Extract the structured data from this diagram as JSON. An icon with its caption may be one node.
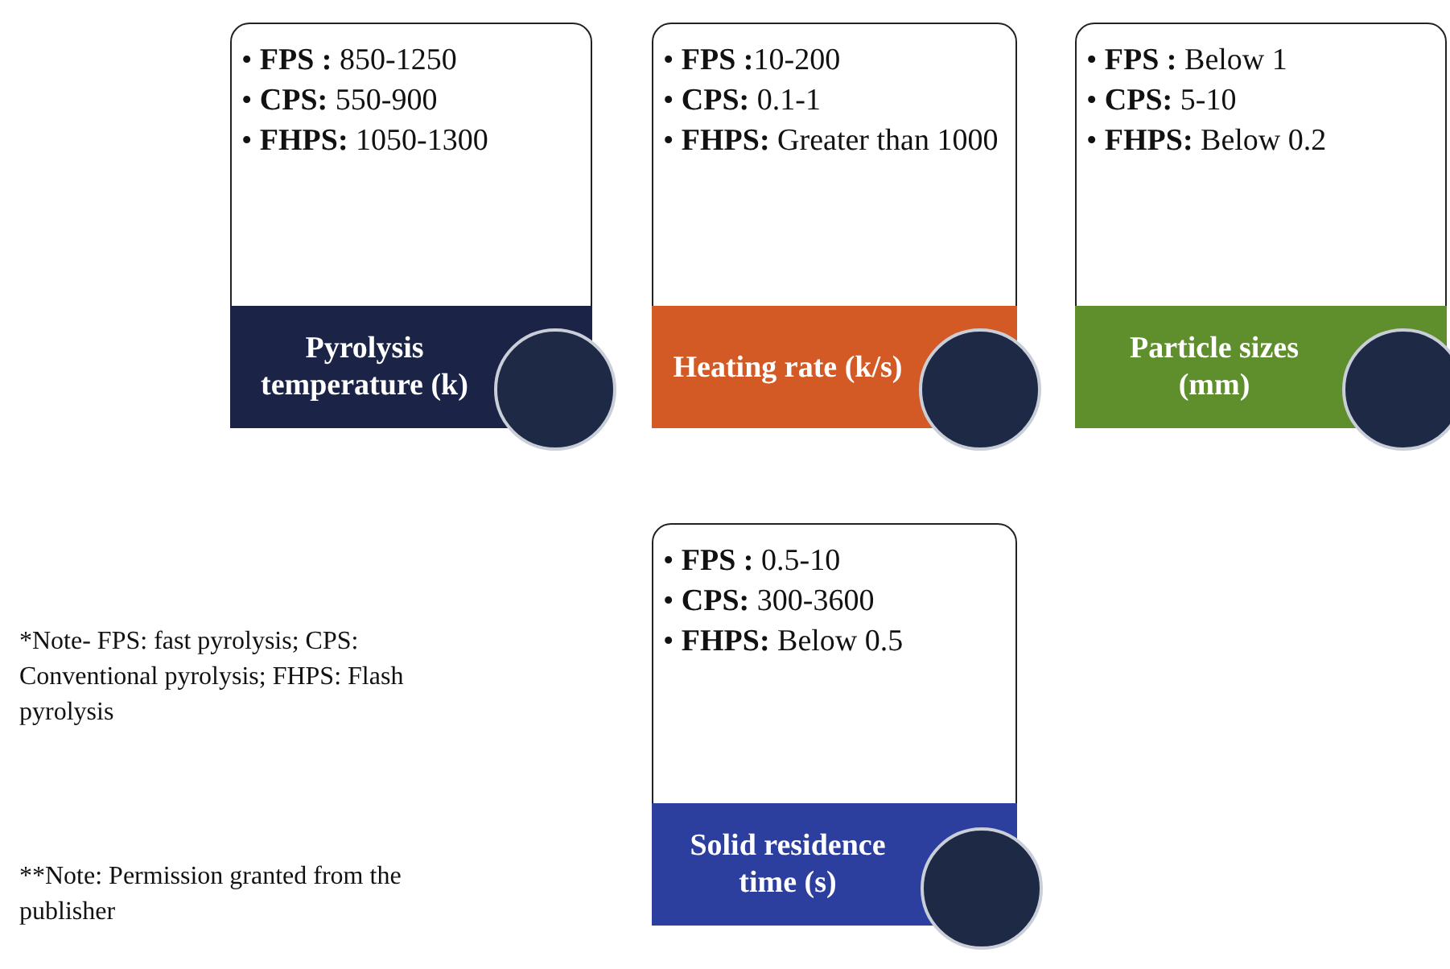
{
  "diagram": {
    "nodes": [
      {
        "text": [
          "• **FPS :** 850-1250",
          "• **CPS:** 550-900",
          "• **FHPS:** 1050-1300",
          "Pyrolysis temperature (k)"
        ]
      },
      {
        "text": [],
        "shape": "circle"
      },
      {
        "text": [
          "• **FPS :**10-200",
          "• **CPS:** 0.1-1",
          "• **FHPS:** Greater than 1000",
          "Heating rate (k/s)"
        ]
      },
      {
        "text": [],
        "shape": "circle"
      },
      {
        "text": [
          "• **FPS :** Below 1",
          "• **CPS:** 5-10",
          "• **FHPS:** Below 0.2",
          "Particle sizes (mm)"
        ]
      },
      {
        "text": [],
        "shape": "circle"
      },
      {
        "text": [
          "• **FPS :** 0.5-10",
          "• **CPS:** 300-3600",
          "• **FHPS:** Below 0.5",
          "Solid residence time (s)"
        ]
      },
      {
        "text": [],
        "shape": "circle"
      }
    ],
    "labels": [
      "*Note- FPS: fast pyrolysis; CPS: Conventional pyrolysis; FHPS: Flash pyrolysis",
      "**Note: Permission granted from the publisher"
    ]
  }
}
